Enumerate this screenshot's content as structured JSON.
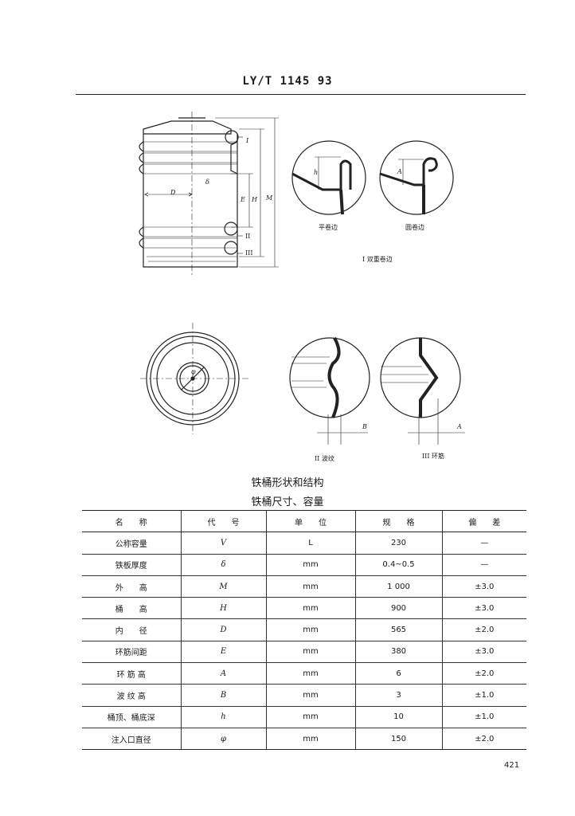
{
  "header": {
    "standard": "LY/T 1145  93"
  },
  "figure": {
    "labels": {
      "detail_I": "I",
      "detail_II": "II",
      "detail_III": "III",
      "D": "D",
      "delta": "δ",
      "E": "E",
      "H": "H",
      "M": "M",
      "h": "h",
      "A": "A",
      "B": "B",
      "phi": "φ"
    },
    "captions": {
      "flat_seam": "平卷边",
      "round_seam": "圆卷边",
      "double_seam": "I 双重卷边",
      "corrugation": "II 波纹",
      "rolling_hoop": "III 环筋"
    },
    "title": "铁桶形状和结构"
  },
  "table": {
    "title": "铁桶尺寸、容量",
    "headers": [
      "名　　称",
      "代　　号",
      "单　　位",
      "规　　格",
      "偏　　差"
    ],
    "rows": [
      [
        "公称容量",
        "V",
        "L",
        "230",
        "—"
      ],
      [
        "铁板厚度",
        "δ",
        "mm",
        "0.4~0.5",
        "—"
      ],
      [
        "外　　高",
        "M",
        "mm",
        "1 000",
        "±3.0"
      ],
      [
        "桶　　高",
        "H",
        "mm",
        "900",
        "±3.0"
      ],
      [
        "内　　径",
        "D",
        "mm",
        "565",
        "±2.0"
      ],
      [
        "环筋间距",
        "E",
        "mm",
        "380",
        "±3.0"
      ],
      [
        "环 筋 高",
        "A",
        "mm",
        "6",
        "±2.0"
      ],
      [
        "波 纹 高",
        "B",
        "mm",
        "3",
        "±1.0"
      ],
      [
        "桶顶、桶底深",
        "h",
        "mm",
        "10",
        "±1.0"
      ],
      [
        "注入口直径",
        "φ",
        "mm",
        "150",
        "±2.0"
      ]
    ]
  },
  "page_number": "421"
}
